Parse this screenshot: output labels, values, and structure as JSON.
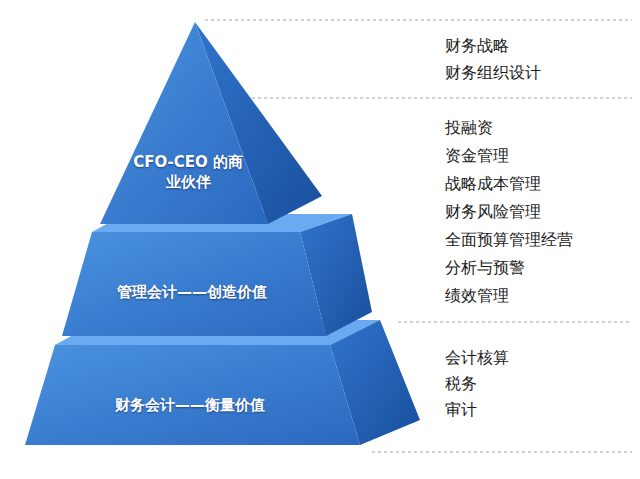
{
  "diagram": {
    "nodes": [
      {
        "text": [
          "CFO-CEO 的商业伙伴"
        ]
      },
      {
        "text": [
          "管理会计——创造价值"
        ]
      },
      {
        "text": [
          "财务会计——衡量价值"
        ]
      }
    ],
    "labels": [
      "财务战略",
      "财务组织设计",
      "投融资",
      "资金管理",
      "战略成本管理",
      "财务风险管理",
      "全面预算管理经营",
      "分析与预警",
      "绩效管理",
      "会计核算",
      "税务",
      "审计"
    ]
  }
}
